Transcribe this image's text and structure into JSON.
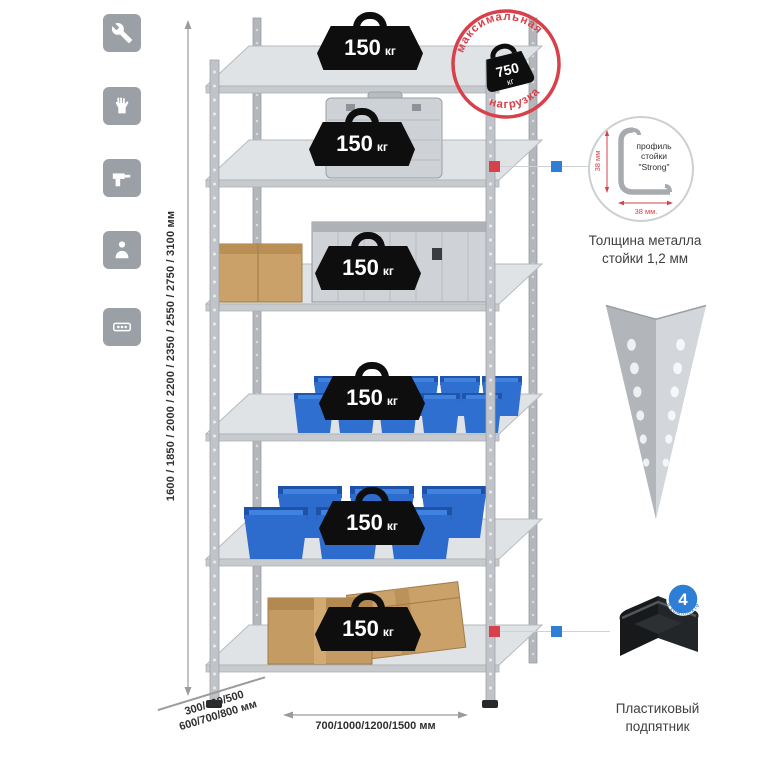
{
  "colors": {
    "accent_red": "#d8414b",
    "accent_blue": "#2e7ed5",
    "tile_gray": "#9aa0a5"
  },
  "left_icons": [
    {
      "name": "wrench-icon"
    },
    {
      "name": "gloves-icon"
    },
    {
      "name": "drill-icon"
    },
    {
      "name": "person-icon"
    },
    {
      "name": "rack-icon"
    }
  ],
  "dimensions": {
    "height": "1600 / 1850 / 2000 / 2200 / 2350 / 2550 / 2750 / 3100 мм",
    "depth_line1": "300/400/500",
    "depth_line2": "600/700/800 мм",
    "width": "700/1000/1200/1500 мм"
  },
  "shelf_weights": [
    {
      "value": "150",
      "unit": "кг"
    },
    {
      "value": "150",
      "unit": "кг"
    },
    {
      "value": "150",
      "unit": "кг"
    },
    {
      "value": "150",
      "unit": "кг"
    },
    {
      "value": "150",
      "unit": "кг"
    },
    {
      "value": "150",
      "unit": "кг"
    }
  ],
  "max_load_stamp": {
    "arc_top": "максимальная",
    "arc_bottom": "нагрузка",
    "value": "750",
    "unit": "кг"
  },
  "profile_detail": {
    "dim_height": "38 мм",
    "dim_width": "38 мм.",
    "label_line1": "профиль",
    "label_line2": "стойки",
    "label_line3": "\"Strong\"",
    "caption_line1": "Толщина металла",
    "caption_line2": "стойки 1,2 мм"
  },
  "foot_detail": {
    "badge_number": "4",
    "badge_text": "в комплекте",
    "caption_line1": "Пластиковый",
    "caption_line2": "подпятник"
  }
}
